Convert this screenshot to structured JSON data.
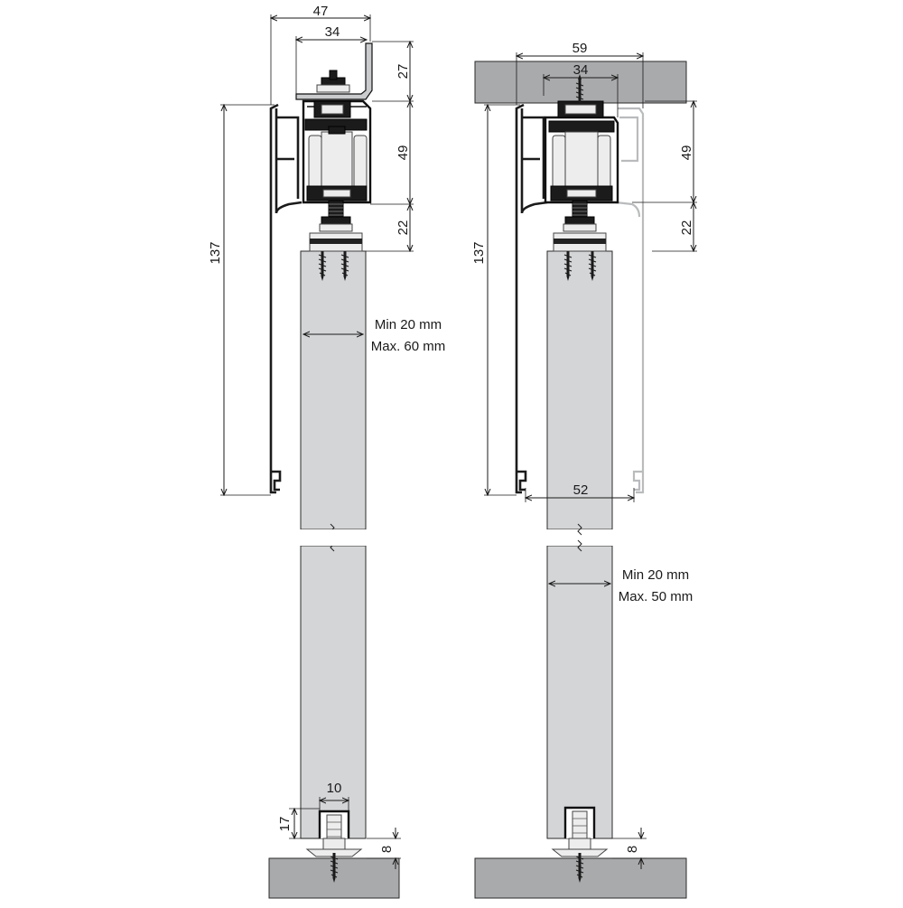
{
  "left_view": {
    "dims": {
      "top_width": "47",
      "bracket_width": "34",
      "bracket_height": "27",
      "track_height": "49",
      "hanger_height": "22",
      "profile_height": "137",
      "guide_width": "10",
      "guide_height": "17",
      "floor_gap": "8"
    },
    "door_thickness": {
      "min": "Min 20 mm",
      "max": "Max. 60 mm"
    }
  },
  "right_view": {
    "dims": {
      "top_width": "59",
      "bracket_width": "34",
      "track_height": "49",
      "hanger_height": "22",
      "profile_height": "137",
      "inner_width": "52",
      "floor_gap": "8"
    },
    "door_thickness": {
      "min": "Min 20 mm",
      "max": "Max. 50 mm"
    }
  }
}
